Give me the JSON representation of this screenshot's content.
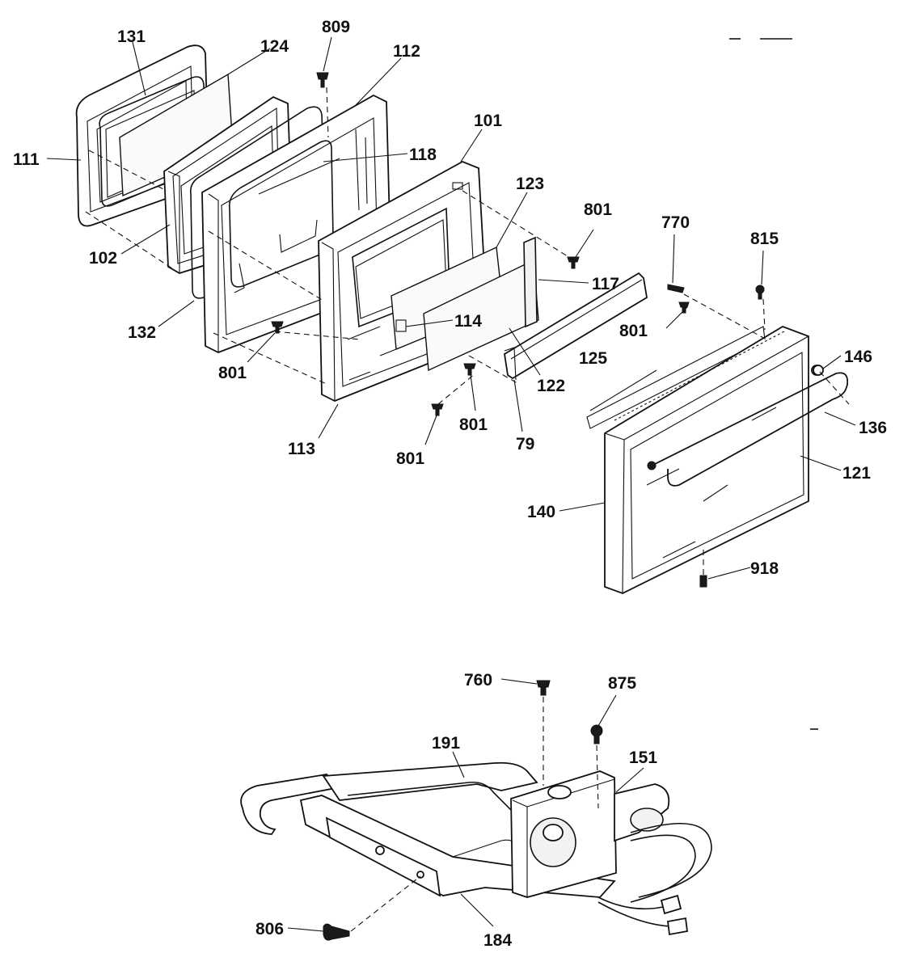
{
  "callouts": {
    "c131": "131",
    "c124": "124",
    "c809": "809",
    "c112": "112",
    "c111": "111",
    "c118": "118",
    "c101": "101",
    "c102": "102",
    "c123": "123",
    "c801a": "801",
    "c770": "770",
    "c815": "815",
    "c117": "117",
    "c132": "132",
    "c114": "114",
    "c801b": "801",
    "c801c": "801",
    "c125": "125",
    "c146": "146",
    "c122": "122",
    "c801d": "801",
    "c136": "136",
    "c113": "113",
    "c801e": "801",
    "c79": "79",
    "c121": "121",
    "c140": "140",
    "c918": "918",
    "c760": "760",
    "c875": "875",
    "c191": "191",
    "c151": "151",
    "c806": "806",
    "c184": "184"
  }
}
